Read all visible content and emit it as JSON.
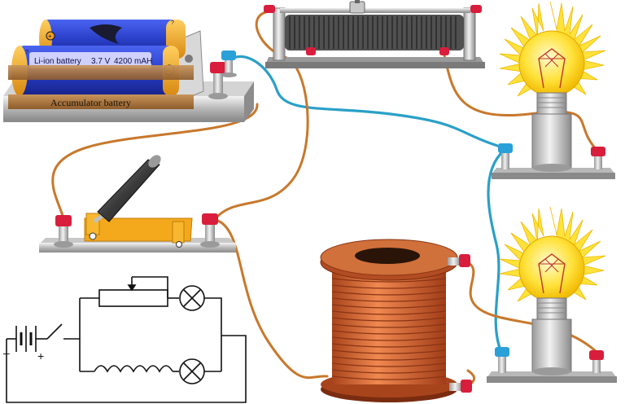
{
  "battery": {
    "cell_label": "Li-ion battery",
    "voltage": "3.7 V",
    "capacity": "4200 mAH",
    "plate_label": "Accumulator battery",
    "plus_sign": "+",
    "cell_symbol": "?"
  },
  "schematic": {
    "minus_sign": "–",
    "plus_sign": "+"
  },
  "colors": {
    "copper_wire": "#c8782c",
    "blue_wire": "#2aa0c8",
    "battery_blue": "#2a3fc8",
    "battery_orange": "#f0a020",
    "coil_copper": "#d86a30",
    "bulb_yellow": "#ffe23a",
    "terminal_red": "#d81e3c",
    "terminal_blue": "#2aa0d8",
    "switch_orange": "#f4a81c"
  },
  "icons": [
    "battery-icon",
    "rheostat-icon",
    "switch-icon",
    "coil-icon",
    "bulb-icon",
    "circuit-schematic-icon"
  ]
}
